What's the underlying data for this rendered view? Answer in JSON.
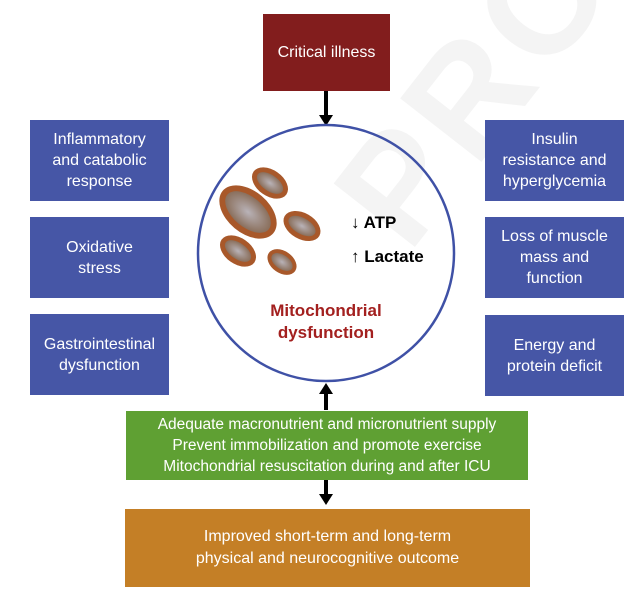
{
  "top_box": {
    "label": "Critical illness",
    "color": "#821d1d"
  },
  "left_boxes": [
    {
      "label": "Inflammatory\nand catabolic\nresponse"
    },
    {
      "label": "Oxidative\nstress"
    },
    {
      "label": "Gastrointestinal\ndysfunction"
    }
  ],
  "right_boxes": [
    {
      "label": "Insulin\nresistance and\nhyperglycemia"
    },
    {
      "label": "Loss of muscle\nmass and\nfunction"
    },
    {
      "label": "Energy and\nprotein deficit"
    }
  ],
  "center": {
    "atp": "↓ ATP",
    "lactate": "↑ Lactate",
    "title": "Mitochondrial\ndysfunction",
    "title_color": "#a3201f",
    "circle_color": "#3f51a6",
    "image": "mitochondria-illustration"
  },
  "intervention_box": {
    "lines": [
      "Adequate macronutrient and micronutrient supply",
      "Prevent immobilization and promote exercise",
      "Mitochondrial resuscitation during and after ICU"
    ],
    "color": "#5fa033"
  },
  "outcome_box": {
    "label": "Improved short-term and long-term\nphysical and neurocognitive outcome",
    "color": "#c47f26"
  },
  "box_color_blue": "#4656a6",
  "watermark": "PROOF"
}
